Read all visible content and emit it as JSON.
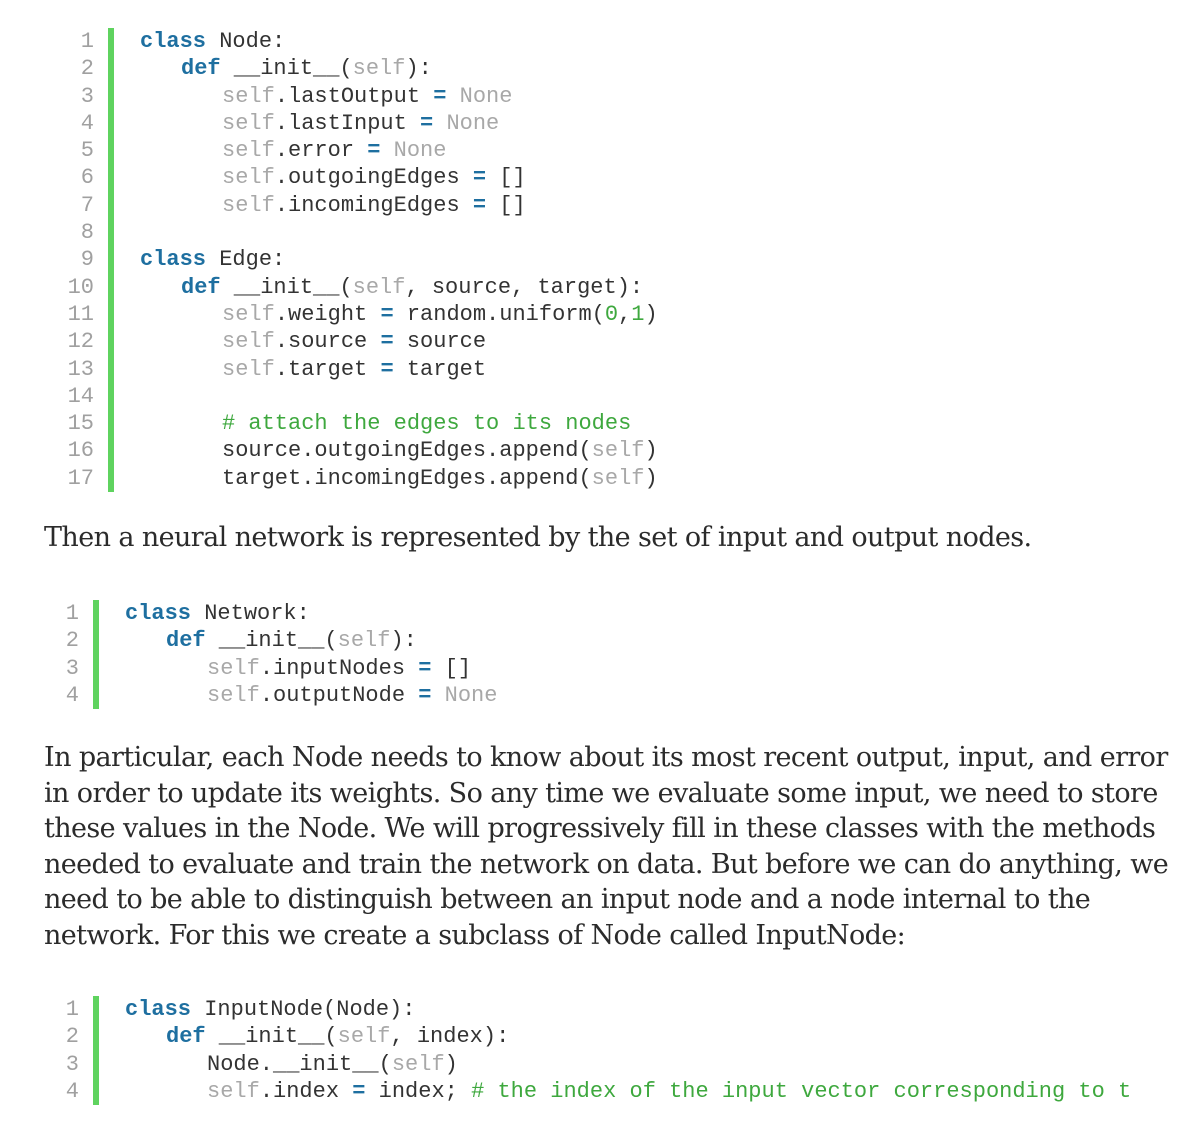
{
  "code_blocks": [
    {
      "id": "node-edge",
      "lines": [
        {
          "n": "1",
          "indent": 0,
          "tokens": [
            [
              "kw",
              "class"
            ],
            [
              "txt",
              " Node:"
            ]
          ]
        },
        {
          "n": "2",
          "indent": 1,
          "tokens": [
            [
              "kw",
              "def"
            ],
            [
              "txt",
              " __init__("
            ],
            [
              "self",
              "self"
            ],
            [
              "txt",
              "):"
            ]
          ]
        },
        {
          "n": "3",
          "indent": 2,
          "tokens": [
            [
              "self",
              "self"
            ],
            [
              "txt",
              ".lastOutput "
            ],
            [
              "op",
              "="
            ],
            [
              "txt",
              " "
            ],
            [
              "con",
              "None"
            ]
          ]
        },
        {
          "n": "4",
          "indent": 2,
          "tokens": [
            [
              "self",
              "self"
            ],
            [
              "txt",
              ".lastInput "
            ],
            [
              "op",
              "="
            ],
            [
              "txt",
              " "
            ],
            [
              "con",
              "None"
            ]
          ]
        },
        {
          "n": "5",
          "indent": 2,
          "tokens": [
            [
              "self",
              "self"
            ],
            [
              "txt",
              ".error "
            ],
            [
              "op",
              "="
            ],
            [
              "txt",
              " "
            ],
            [
              "con",
              "None"
            ]
          ]
        },
        {
          "n": "6",
          "indent": 2,
          "tokens": [
            [
              "self",
              "self"
            ],
            [
              "txt",
              ".outgoingEdges "
            ],
            [
              "op",
              "="
            ],
            [
              "txt",
              " []"
            ]
          ]
        },
        {
          "n": "7",
          "indent": 2,
          "tokens": [
            [
              "self",
              "self"
            ],
            [
              "txt",
              ".incomingEdges "
            ],
            [
              "op",
              "="
            ],
            [
              "txt",
              " []"
            ]
          ]
        },
        {
          "n": "8",
          "indent": 0,
          "tokens": []
        },
        {
          "n": "9",
          "indent": 0,
          "tokens": [
            [
              "kw",
              "class"
            ],
            [
              "txt",
              " Edge:"
            ]
          ]
        },
        {
          "n": "10",
          "indent": 1,
          "tokens": [
            [
              "kw",
              "def"
            ],
            [
              "txt",
              " __init__("
            ],
            [
              "self",
              "self"
            ],
            [
              "txt",
              ", source, target):"
            ]
          ]
        },
        {
          "n": "11",
          "indent": 2,
          "tokens": [
            [
              "self",
              "self"
            ],
            [
              "txt",
              ".weight "
            ],
            [
              "op",
              "="
            ],
            [
              "txt",
              " random.uniform("
            ],
            [
              "num",
              "0"
            ],
            [
              "txt",
              ","
            ],
            [
              "num",
              "1"
            ],
            [
              "txt",
              ")"
            ]
          ]
        },
        {
          "n": "12",
          "indent": 2,
          "tokens": [
            [
              "self",
              "self"
            ],
            [
              "txt",
              ".source "
            ],
            [
              "op",
              "="
            ],
            [
              "txt",
              " source"
            ]
          ]
        },
        {
          "n": "13",
          "indent": 2,
          "tokens": [
            [
              "self",
              "self"
            ],
            [
              "txt",
              ".target "
            ],
            [
              "op",
              "="
            ],
            [
              "txt",
              " target"
            ]
          ]
        },
        {
          "n": "14",
          "indent": 0,
          "tokens": []
        },
        {
          "n": "15",
          "indent": 2,
          "tokens": [
            [
              "com",
              "# attach the edges to its nodes"
            ]
          ]
        },
        {
          "n": "16",
          "indent": 2,
          "tokens": [
            [
              "txt",
              "source.outgoingEdges.append("
            ],
            [
              "self",
              "self"
            ],
            [
              "txt",
              ")"
            ]
          ]
        },
        {
          "n": "17",
          "indent": 2,
          "tokens": [
            [
              "txt",
              "target.incomingEdges.append("
            ],
            [
              "self",
              "self"
            ],
            [
              "txt",
              ")"
            ]
          ]
        }
      ]
    },
    {
      "id": "network",
      "lines": [
        {
          "n": "1",
          "indent": 0,
          "tokens": [
            [
              "kw",
              "class"
            ],
            [
              "txt",
              " Network:"
            ]
          ]
        },
        {
          "n": "2",
          "indent": 1,
          "tokens": [
            [
              "kw",
              "def"
            ],
            [
              "txt",
              " __init__("
            ],
            [
              "self",
              "self"
            ],
            [
              "txt",
              "):"
            ]
          ]
        },
        {
          "n": "3",
          "indent": 2,
          "tokens": [
            [
              "self",
              "self"
            ],
            [
              "txt",
              ".inputNodes "
            ],
            [
              "op",
              "="
            ],
            [
              "txt",
              " []"
            ]
          ]
        },
        {
          "n": "4",
          "indent": 2,
          "tokens": [
            [
              "self",
              "self"
            ],
            [
              "txt",
              ".outputNode "
            ],
            [
              "op",
              "="
            ],
            [
              "txt",
              " "
            ],
            [
              "con",
              "None"
            ]
          ]
        }
      ]
    },
    {
      "id": "input-node",
      "lines": [
        {
          "n": "1",
          "indent": 0,
          "tokens": [
            [
              "kw",
              "class"
            ],
            [
              "txt",
              " InputNode(Node):"
            ]
          ]
        },
        {
          "n": "2",
          "indent": 1,
          "tokens": [
            [
              "kw",
              "def"
            ],
            [
              "txt",
              " __init__("
            ],
            [
              "self",
              "self"
            ],
            [
              "txt",
              ", index):"
            ]
          ]
        },
        {
          "n": "3",
          "indent": 2,
          "tokens": [
            [
              "txt",
              "Node.__init__("
            ],
            [
              "self",
              "self"
            ],
            [
              "txt",
              ")"
            ]
          ]
        },
        {
          "n": "4",
          "indent": 2,
          "tokens": [
            [
              "self",
              "self"
            ],
            [
              "txt",
              ".index "
            ],
            [
              "op",
              "="
            ],
            [
              "txt",
              " index; "
            ],
            [
              "com",
              "# the index of the input vector corresponding to t"
            ]
          ]
        }
      ]
    }
  ],
  "paragraphs": {
    "p1": "Then a neural network is represented by the set of input and output nodes.",
    "p2_lines": [
      "In particular, each Node needs to know about its most recent output, input, and error",
      "in order to update its weights. So any time we evaluate some input, we need to store",
      "these values in the Node. We will progressively fill in these classes with the methods",
      "needed to evaluate and train the network on data. But before we can do anything, we",
      "need to be able to distinguish between an input node and a node internal to the",
      "network. For this we create a subclass of Node called InputNode:"
    ]
  }
}
